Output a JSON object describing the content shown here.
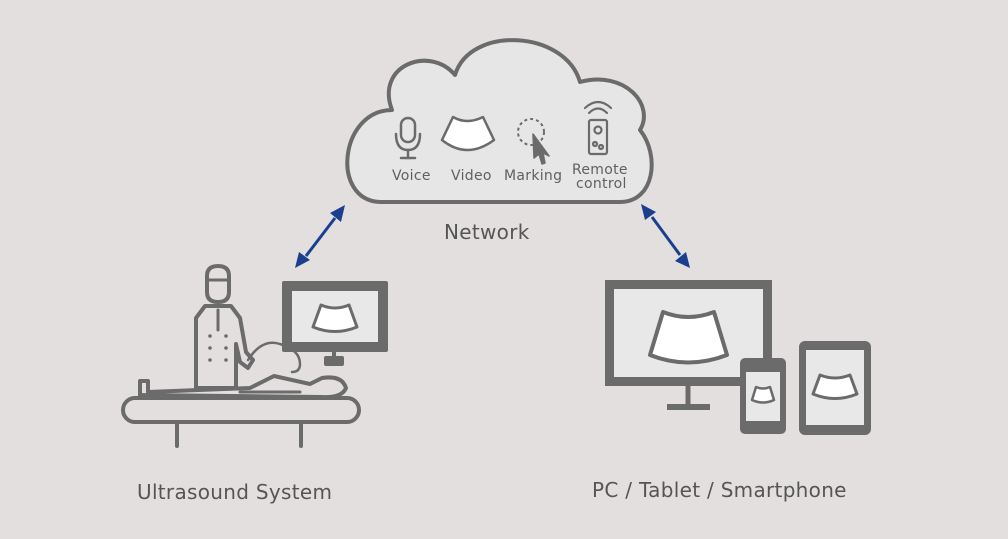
{
  "cloud": {
    "title": "Network",
    "features": [
      {
        "label": "Voice",
        "icon": "microphone-icon"
      },
      {
        "label": "Video",
        "icon": "ultrasound-image-icon"
      },
      {
        "label": "Marking",
        "icon": "marking-cursor-icon"
      },
      {
        "label_line1": "Remote",
        "label_line2": "control",
        "icon": "remote-control-icon"
      }
    ]
  },
  "left_node": {
    "label": "Ultrasound System"
  },
  "right_node": {
    "label": "PC / Tablet / Smartphone"
  },
  "colors": {
    "background": "#e3dfdf",
    "stroke": "#6b6b6b",
    "cloud_fill": "#e6e6e6",
    "arrow": "#1a3f8f",
    "text": "#555555"
  }
}
